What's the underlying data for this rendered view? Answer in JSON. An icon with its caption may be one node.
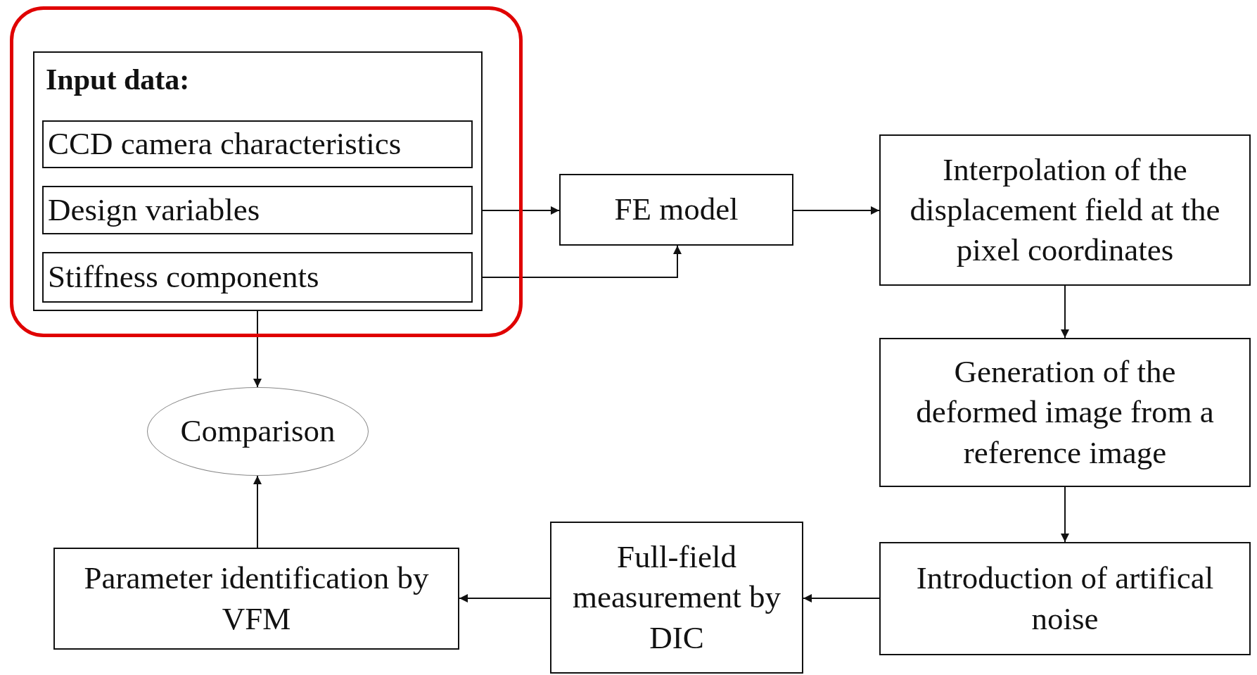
{
  "diagram": {
    "nodes": [
      {
        "text": [],
        "shape": "box"
      },
      {
        "text": [
          "Input data:"
        ],
        "in": 0
      },
      {
        "text": [
          "CCD camera characteristics"
        ],
        "in": 1
      },
      {
        "text": [
          "Design variables"
        ],
        "in": 1
      },
      {
        "text": [
          "Stiffness components"
        ],
        "in": 1
      },
      {
        "text": [
          "FE model"
        ]
      },
      {
        "text": [
          "Interpolation of the displacement field at the pixel coordinates"
        ]
      },
      {
        "text": [
          "Generation of the deformed image from a reference image"
        ]
      },
      {
        "text": [
          "Introduction of artifical noise"
        ]
      },
      {
        "text": [
          "Full-field measurement by DIC"
        ]
      },
      {
        "text": [
          "Parameter identification by VFM"
        ]
      },
      {
        "text": [
          "Comparison"
        ]
      }
    ],
    "edges": [
      {
        "from": 3,
        "to": 5,
        "arrow": "to"
      },
      {
        "from": 4,
        "to": 5,
        "arrow": "to"
      },
      {
        "from": 5,
        "to": 6,
        "arrow": "to"
      },
      {
        "from": 6,
        "to": 7,
        "arrow": "to"
      },
      {
        "from": 7,
        "to": 8,
        "arrow": "to"
      },
      {
        "from": 8,
        "to": 9,
        "arrow": "to"
      },
      {
        "from": 9,
        "to": 10,
        "arrow": "to"
      },
      {
        "from": 10,
        "to": 11,
        "arrow": "to"
      },
      {
        "from": 4,
        "to": 11,
        "arrow": "to"
      }
    ]
  }
}
